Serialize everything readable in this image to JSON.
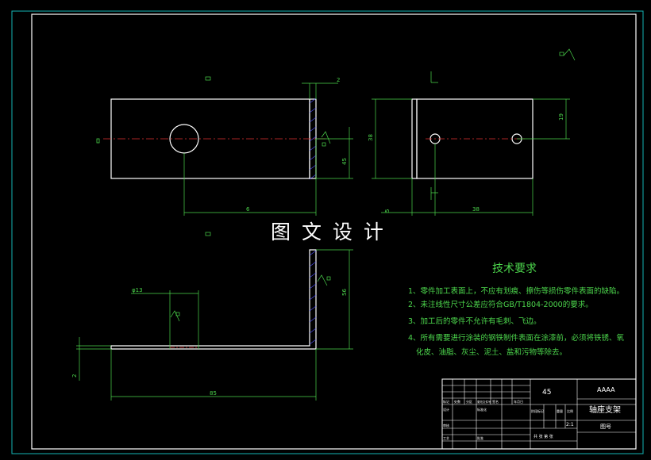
{
  "watermark": "图 文 设 计",
  "dimensions": {
    "thickness": "2",
    "hole_offset": "6",
    "hole_edge": "45",
    "height": "38",
    "half_height": "19",
    "width": "38",
    "flange": "5",
    "diameter": "φ13",
    "leg_height": "56",
    "length": "85",
    "base_thickness": "2"
  },
  "requirements": {
    "title": "技术要求",
    "items": [
      "1、零件加工表面上，不应有划痕、擦伤等损伤零件表面的缺陷。",
      "2、未注线性尺寸公差应符合GB/T1804-2000的要求。",
      "3、加工后的零件不允许有毛刺、飞边。",
      "4、所有需要进行涂装的钢铁制件表面在涂漆前，必须将铁锈、氧",
      "化皮、油脂、灰尘、泥土、盐和污物等除去。"
    ]
  },
  "title_block": {
    "material": "45",
    "company": "AAAA",
    "part_name": "轴座支架",
    "drawing_no_label": "图号",
    "scale": "2:1",
    "col_labels": [
      "标记",
      "处数",
      "分区",
      "更改文件号",
      "签名",
      "年月日"
    ],
    "stage_label": "阶段标记",
    "weight_label": "重量",
    "scale_label": "比例",
    "design_label": "设计",
    "standard_label": "标准化",
    "audit_label": "审核",
    "process_label": "工艺",
    "approve_label": "批准",
    "sheet_text": "共  张  第  张"
  },
  "colors": {
    "background": "#000000",
    "outline": "#ffffff",
    "dimension": "#4cd64c",
    "centerline": "#e03030",
    "border_outer": "#14b4b4"
  }
}
